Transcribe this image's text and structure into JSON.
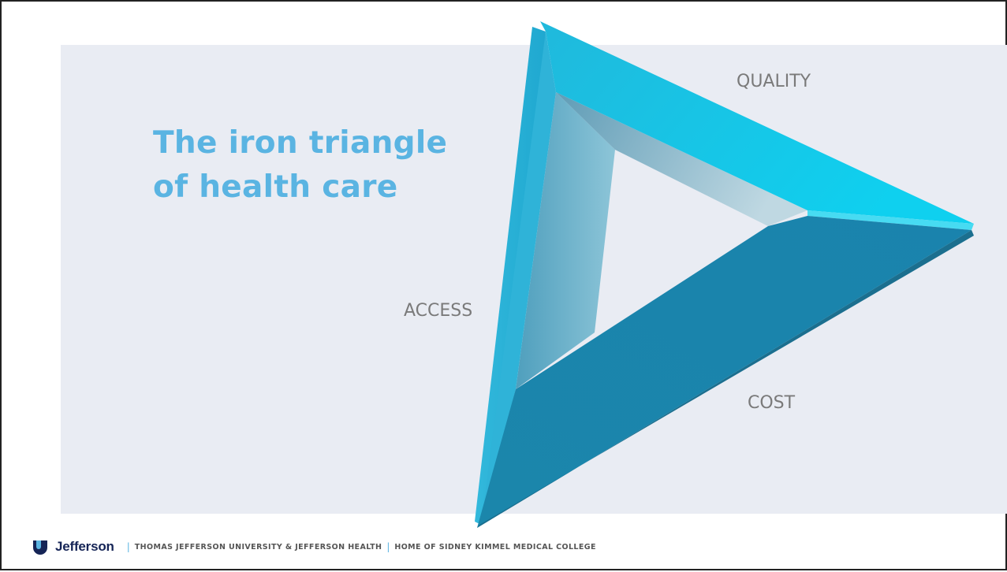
{
  "slide": {
    "title_line1": "The iron triangle",
    "title_line2": "of health care",
    "labels": {
      "quality": "QUALITY",
      "access": "ACCESS",
      "cost": "COST"
    }
  },
  "footer": {
    "brand": "Jefferson",
    "separator": "|",
    "institution": "THOMAS JEFFERSON UNIVERSITY & JEFFERSON HEALTH",
    "college": "HOME OF SIDNEY KIMMEL MEDICAL COLLEGE"
  },
  "colors": {
    "title": "#5ab4e2",
    "label": "#7a7a7a",
    "panel": "#e9ecf3",
    "triangle_light": "#12c6e6",
    "triangle_mid": "#1aa6c8",
    "triangle_dark": "#1a7fa3",
    "brand_navy": "#152456"
  },
  "icons": {
    "logo": "jefferson-logo-icon",
    "graphic": "triangle-graphic"
  }
}
